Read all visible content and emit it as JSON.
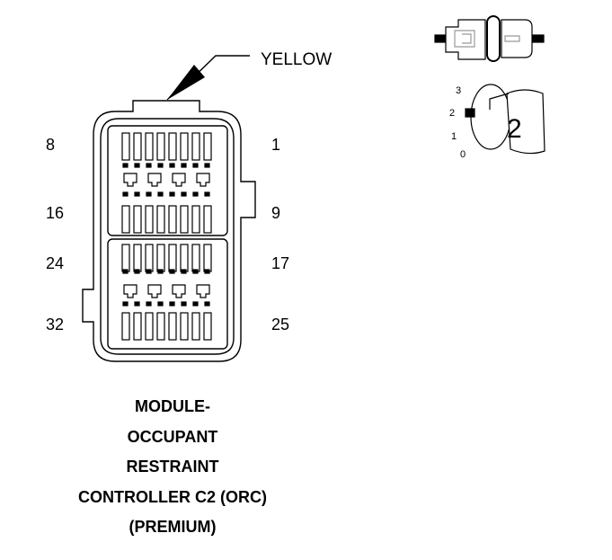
{
  "connector": {
    "color_label": "YELLOW",
    "pin_labels": {
      "top_left": "8",
      "top_right": "1",
      "mid_left": "16",
      "mid_right": "9",
      "low_left": "24",
      "low_right": "17",
      "bottom_left": "32",
      "bottom_right": "25"
    }
  },
  "icon": {
    "number": "2",
    "scale": [
      "3",
      "2",
      "1",
      "0"
    ]
  },
  "caption": {
    "lines": [
      "MODULE-",
      "OCCUPANT",
      "RESTRAINT",
      "CONTROLLER C2 (ORC)",
      "(PREMIUM)"
    ]
  }
}
